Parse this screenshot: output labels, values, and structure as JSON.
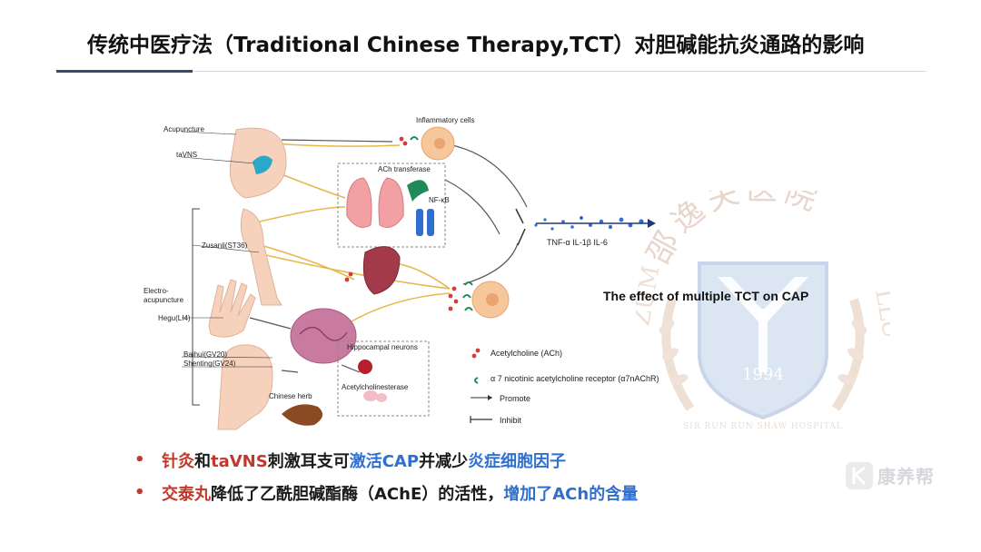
{
  "header": {
    "title": "传统中医疗法（Traditional Chinese Therapy,TCT）对胆碱能抗炎通路的影响"
  },
  "diagram": {
    "labels": {
      "acupuncture": "Acupuncture",
      "tavns": "taVNS",
      "inflammatory_cells": "Inflammatory cells",
      "ach_transferase": "ACh transferase",
      "nfkb": "NF-κB",
      "zusanli": "Zusanli(ST36)",
      "electro": "Electro-",
      "acupuncture2": "acupuncture",
      "hegu": "Hegu(LI4)",
      "baihui": "Baihui(GV20)",
      "shenting": "Shenting(GV24)",
      "hippocampal": "Hippocampal neurons",
      "acetylcholinesterase": "Acetylcholinesterase",
      "chinese_herb": "Chinese herb",
      "cytokines": "TNF-α  IL-1β  IL-6"
    },
    "legend": {
      "ach": "Acetylcholine (ACh)",
      "receptor": "α 7 nicotinic acetylcholine receptor (α7nAChR)",
      "promote": "Promote",
      "inhibit": "Inhibit"
    },
    "effect": "The effect of multiple TCT on CAP",
    "colors": {
      "ach_red": "#d63b3b",
      "receptor_green": "#1f8a5a",
      "nerve_yellow": "#e6b84a",
      "arrow_navy": "#1f3a7a"
    }
  },
  "watermark": {
    "arc_text": "邵逸夫医院",
    "year": "1994",
    "side_left": "ZUM",
    "side_right": "LLU",
    "bottom_text": "SIR RUN RUN SHAW HOSPITAL"
  },
  "bullets": [
    {
      "parts": [
        {
          "text": "针灸",
          "style": "red"
        },
        {
          "text": "和",
          "style": "dark"
        },
        {
          "text": "taVNS",
          "style": "red"
        },
        {
          "text": "刺激耳支可",
          "style": "dark"
        },
        {
          "text": "激活CAP",
          "style": "blue"
        },
        {
          "text": "并减少",
          "style": "dark"
        },
        {
          "text": "炎症细胞因子",
          "style": "blue"
        }
      ]
    },
    {
      "parts": [
        {
          "text": "交泰丸",
          "style": "red"
        },
        {
          "text": "降低了乙酰胆碱酯酶（AChE）的活性，",
          "style": "dark"
        },
        {
          "text": "增加了ACh的含量",
          "style": "blue"
        }
      ]
    }
  ],
  "logo": {
    "text": "康养帮"
  }
}
